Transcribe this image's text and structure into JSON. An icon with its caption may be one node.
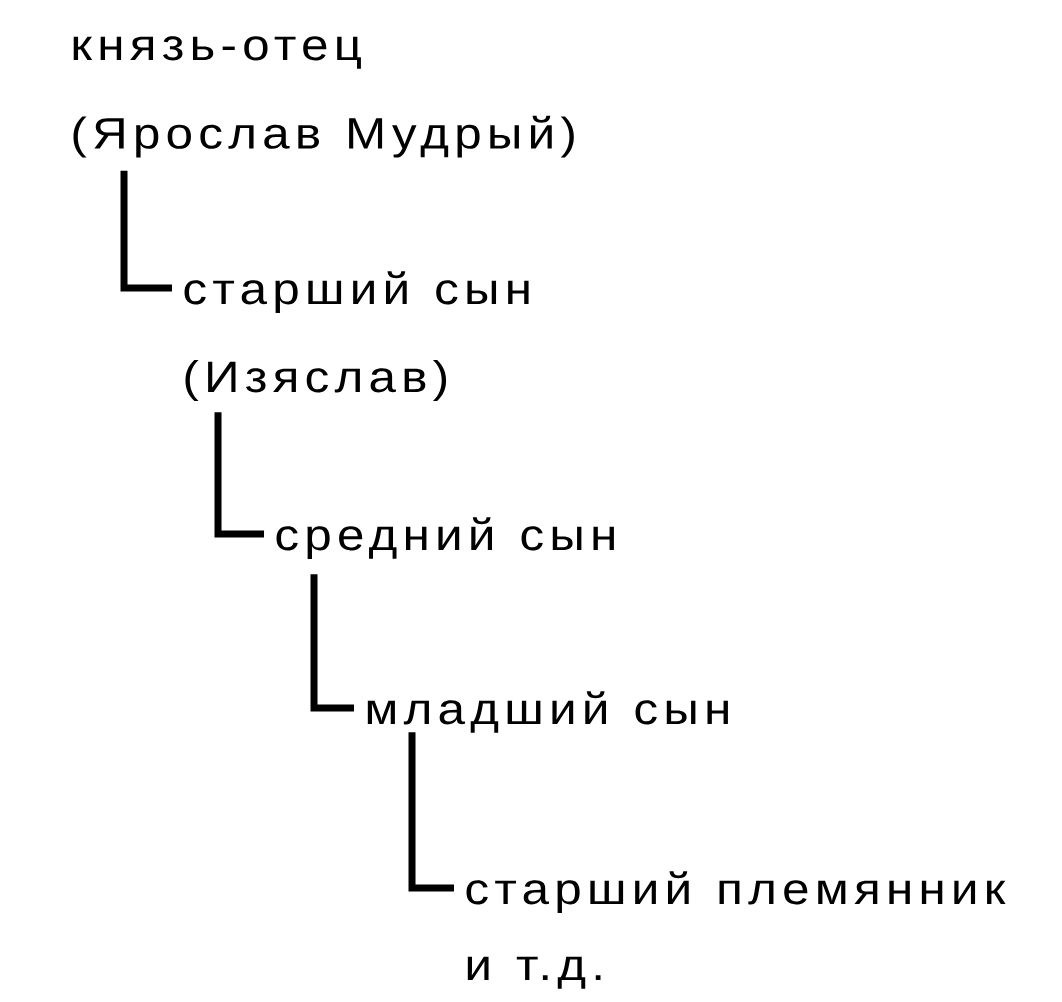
{
  "diagram": {
    "nodes": [
      {
        "text": [
          "князь-отец",
          "(Ярослав Мудрый)"
        ]
      },
      {
        "text": [
          "старший сын",
          "(Изяслав)"
        ]
      },
      {
        "text": [
          "средний сын"
        ]
      },
      {
        "text": [
          "младший сын"
        ]
      },
      {
        "text": [
          "старший племянник"
        ]
      }
    ],
    "edges": [
      {
        "from": 0,
        "to": 1,
        "arrow": "none"
      },
      {
        "from": 1,
        "to": 2,
        "arrow": "none"
      },
      {
        "from": 2,
        "to": 3,
        "arrow": "none"
      },
      {
        "from": 3,
        "to": 4,
        "arrow": "none"
      }
    ],
    "labels": [
      "и т.д."
    ]
  }
}
